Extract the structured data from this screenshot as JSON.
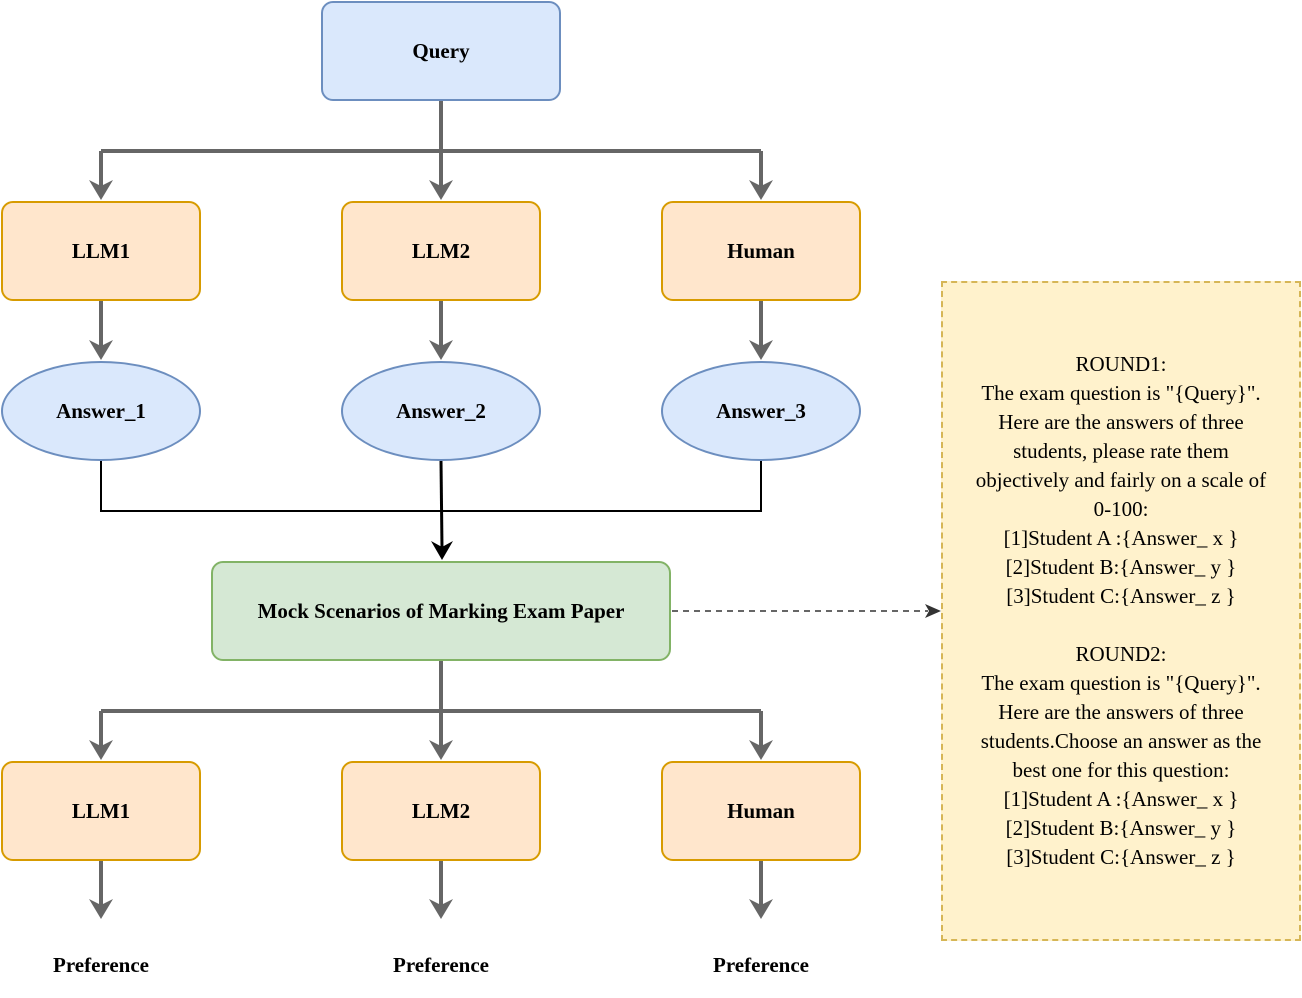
{
  "query_label": "Query",
  "agents_top": [
    "LLM1",
    "LLM2",
    "Human"
  ],
  "answers": [
    "Answer_1",
    "Answer_2",
    "Answer_3"
  ],
  "mock_label": "Mock Scenarios of Marking Exam Paper",
  "agents_bottom": [
    "LLM1",
    "LLM2",
    "Human"
  ],
  "preferences": [
    "Preference",
    "Preference",
    "Preference"
  ],
  "prompt": {
    "round1": {
      "title": "ROUND1:",
      "lines": [
        "The exam question is \"{Query}\".",
        "Here are the answers of three",
        "students, please rate them",
        "objectively and fairly on a scale of",
        "0-100:",
        "[1]Student A :{Answer_ x }",
        "[2]Student B:{Answer_ y }",
        "[3]Student C:{Answer_ z }"
      ]
    },
    "round2": {
      "title": "ROUND2:",
      "lines": [
        "The exam question is \"{Query}\".",
        "Here are the answers of three",
        "students.Choose an answer as the",
        "best one for this question:",
        "[1]Student A :{Answer_ x }",
        "[2]Student B:{Answer_ y }",
        "[3]Student C:{Answer_ z }"
      ]
    }
  },
  "colors": {
    "query_fill": "#dae8fc",
    "query_stroke": "#6c8ebf",
    "agent_fill": "#ffe6cc",
    "agent_stroke": "#d79b00",
    "mock_fill": "#d5e8d4",
    "mock_stroke": "#82b366",
    "prompt_fill": "#fff2cc",
    "prompt_stroke": "#d6b656",
    "arrow": "#666666"
  }
}
